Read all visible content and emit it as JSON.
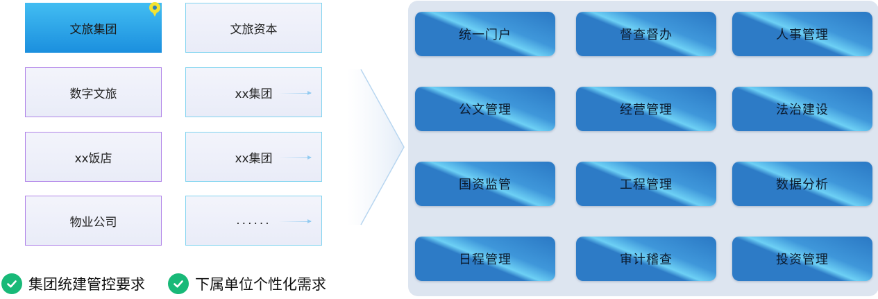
{
  "groups": [
    {
      "label": "文旅集团",
      "active": true
    },
    {
      "label": "文旅资本"
    },
    {
      "label": "数字文旅"
    },
    {
      "label": "xx集团"
    },
    {
      "label": "xx饭店"
    },
    {
      "label": "xx集团"
    },
    {
      "label": "物业公司"
    },
    {
      "label": "......"
    }
  ],
  "modules": [
    "统一门户",
    "督查督办",
    "人事管理",
    "公文管理",
    "经营管理",
    "法治建设",
    "国资监管",
    "工程管理",
    "数据分析",
    "日程管理",
    "审计稽查",
    "投资管理"
  ],
  "requirements": [
    "集团统建管控要求",
    "下属单位个性化需求"
  ],
  "colors": {
    "active_box": "#1b8fde",
    "module": "#2d7bc6",
    "panel": "#dde5f0",
    "check": "#18b978",
    "pin": "#f3e233"
  }
}
